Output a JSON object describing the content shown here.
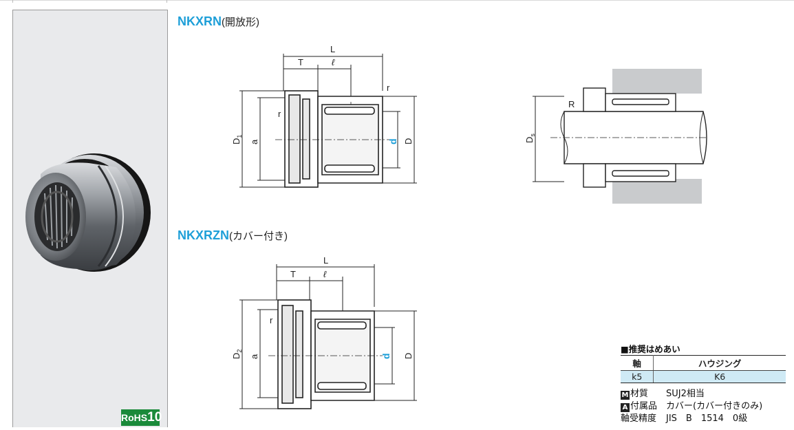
{
  "left_panel": {
    "rohs": {
      "prefix": "RoHS",
      "number": "10"
    }
  },
  "sections": {
    "open": {
      "model": "NKXRN",
      "variant": "(開放形)"
    },
    "covered": {
      "model": "NKXRZN",
      "variant": "(カバー付き)"
    }
  },
  "dim_labels": {
    "L": "L",
    "T": "T",
    "ell": "ℓ",
    "r": "r",
    "a": "a",
    "d": "d",
    "D": "D",
    "D1_main": "D",
    "D1_sub": "1",
    "D2_main": "D",
    "D2_sub": "2",
    "Ds_main": "D",
    "Ds_sub": "s",
    "R": "R"
  },
  "fit_table": {
    "heading": "■推奨はめあい",
    "col_shaft": "軸",
    "col_housing": "ハウジング",
    "val_shaft": "k5",
    "val_housing": "K6"
  },
  "notes": {
    "material_mark": "M",
    "material_label": "材質",
    "material_value": "SUJ2相当",
    "accessory_mark": "A",
    "accessory_label": "付属品",
    "accessory_value": "カバー(カバー付きのみ)",
    "precision_label": "軸受精度",
    "precision_value": "JIS　B　1514　0級"
  },
  "colors": {
    "accent": "#1e9fd8",
    "rohs_green": "#1a8a3a",
    "fit_cell": "#cfeaf5"
  }
}
